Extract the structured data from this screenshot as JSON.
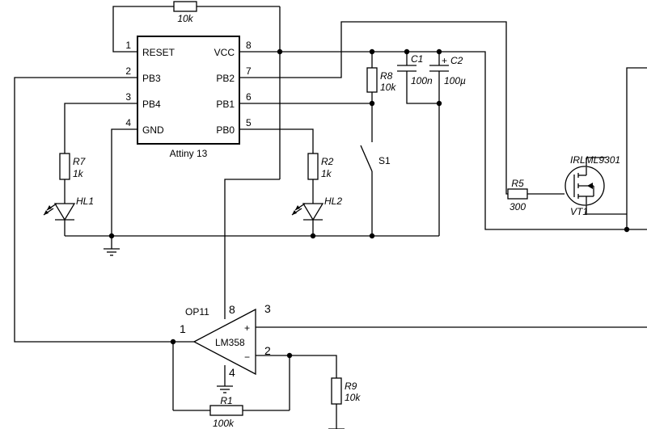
{
  "mcu": {
    "name": "Attiny 13",
    "left_pins": [
      {
        "num": "1",
        "label": "RESET"
      },
      {
        "num": "2",
        "label": "PB3"
      },
      {
        "num": "3",
        "label": "PB4"
      },
      {
        "num": "4",
        "label": "GND"
      }
    ],
    "right_pins": [
      {
        "num": "8",
        "label": "VCC"
      },
      {
        "num": "7",
        "label": "PB2"
      },
      {
        "num": "6",
        "label": "PB1"
      },
      {
        "num": "5",
        "label": "PB0"
      }
    ]
  },
  "top_resistor": {
    "value": "10k"
  },
  "r7": {
    "ref": "R7",
    "value": "1k"
  },
  "r2": {
    "ref": "R2",
    "value": "1k"
  },
  "r8": {
    "ref": "R8",
    "value": "10k"
  },
  "r5": {
    "ref": "R5",
    "value": "300"
  },
  "r1": {
    "ref": "R1",
    "value": "100k"
  },
  "r9": {
    "ref": "R9",
    "value": "10k"
  },
  "c1": {
    "ref": "C1",
    "value": "100n"
  },
  "c2": {
    "ref": "C2",
    "value": "100µ",
    "polarity": "+"
  },
  "hl1": {
    "ref": "HL1"
  },
  "hl2": {
    "ref": "HL2"
  },
  "s1": {
    "ref": "S1"
  },
  "vt1": {
    "ref": "VT1",
    "part": "IRLML9301"
  },
  "opamp": {
    "ref": "OP11",
    "part": "LM358",
    "pin_out": "1",
    "pin_vcc": "8",
    "pin_plus": "3",
    "pin_minus": "2",
    "pin_gnd": "4",
    "plus_sign": "+",
    "minus_sign": "−"
  }
}
